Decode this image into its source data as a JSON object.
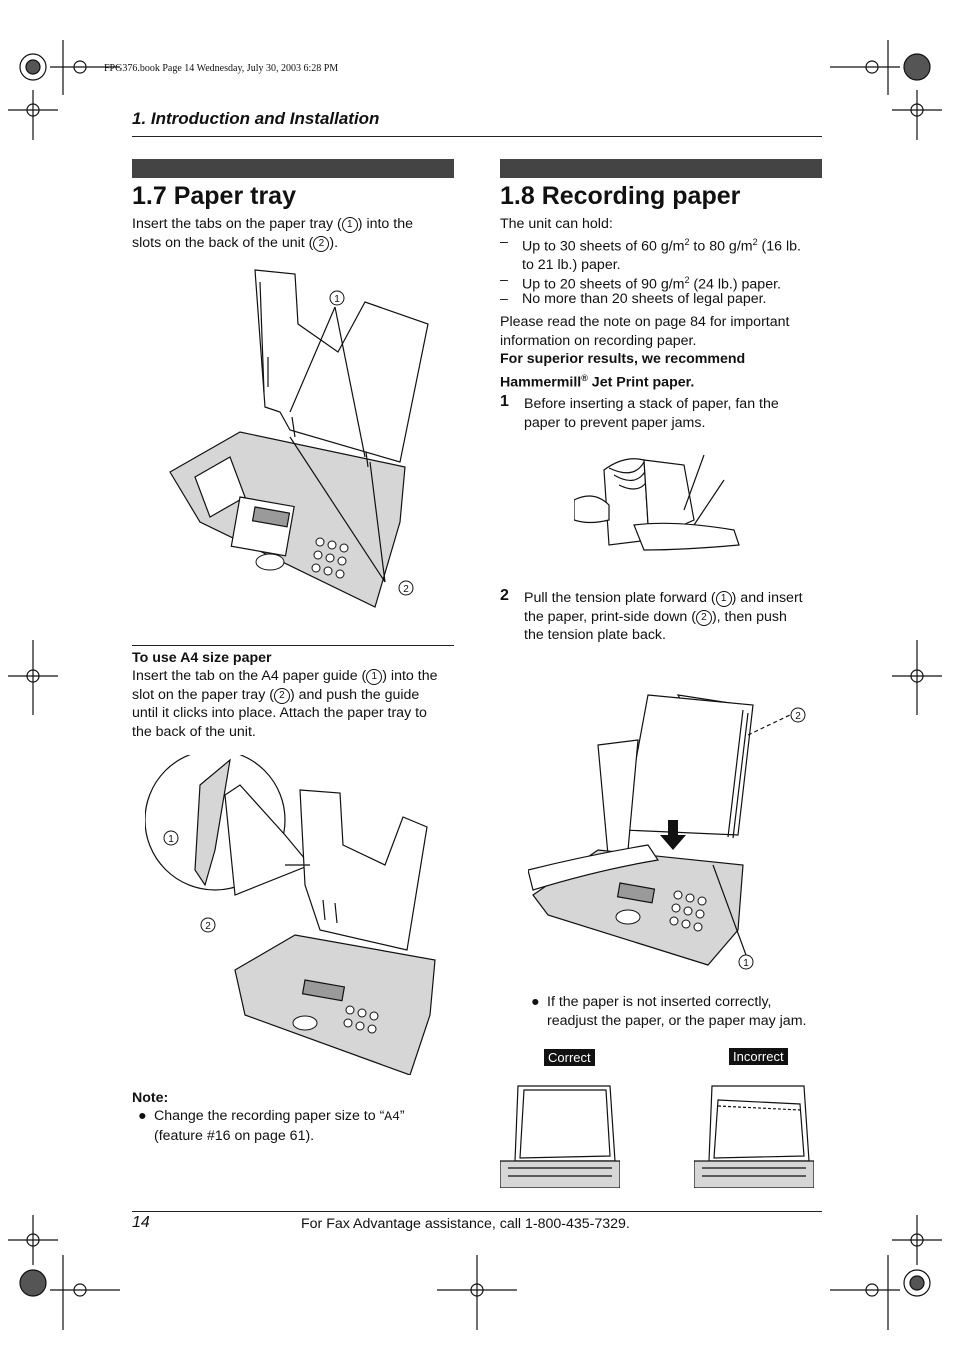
{
  "print_meta": "FPG376.book  Page 14  Wednesday, July 30, 2003  6:28 PM",
  "header": {
    "chapter": "1. Introduction and Installation"
  },
  "paper_tray": {
    "title": "1.7 Paper tray",
    "intro_a": "Insert the tabs on the paper tray (",
    "intro_b": ") into the",
    "intro_c": "slots on the back of the unit (",
    "intro_d": ").",
    "a4_heading": "To use A4 size paper",
    "a4_l1a": "Insert the tab on the A4 paper guide (",
    "a4_l1b": ") into the",
    "a4_l2a": "slot on the paper tray (",
    "a4_l2b": ") and push the guide",
    "a4_l3": "until it clicks into place. Attach the paper tray to",
    "a4_l4": "the back of the unit.",
    "note_heading": "Note:",
    "note_a": "Change the recording paper size to “",
    "note_code": "A4",
    "note_b": "”",
    "note_c": "(feature #16 on page 61)."
  },
  "recording_paper": {
    "title": "1.8 Recording paper",
    "hold": "The unit can hold:",
    "cap1a": "Up to 30 sheets of 60 g/m",
    "cap1b": " to 80 g/m",
    "cap1c": " (16 lb.",
    "cap1d": "to 21 lb.) paper.",
    "cap2a": "Up to 20 sheets of 90 g/m",
    "cap2b": " (24 lb.) paper.",
    "cap3": "No more than 20 sheets of legal paper.",
    "sup": "2",
    "dash": "–",
    "read1": "Please read the note on page 84 for important",
    "read2": "information on recording paper.",
    "bold1": "For superior results, we recommend",
    "bold2a": "Hammermill",
    "reg": "®",
    "bold2b": " Jet Print paper.",
    "step1_num": "1",
    "step1_l1": "Before inserting a stack of paper, fan the",
    "step1_l2": "paper to prevent paper jams.",
    "step2_num": "2",
    "step2_l1a": "Pull the tension plate forward (",
    "step2_l1b": ") and insert",
    "step2_l2a": "the paper, print-side down (",
    "step2_l2b": "), then push",
    "step2_l3": "the tension plate back.",
    "bullet_l1": "If the paper is not inserted correctly,",
    "bullet_l2": "readjust the paper, or the paper may jam.",
    "correct_label": "Correct",
    "incorrect_label": "Incorrect"
  },
  "callouts": {
    "one": "1",
    "two": "2"
  },
  "footer": {
    "page_number": "14",
    "assistance": "For Fax Advantage assistance, call 1-800-435-7329."
  }
}
